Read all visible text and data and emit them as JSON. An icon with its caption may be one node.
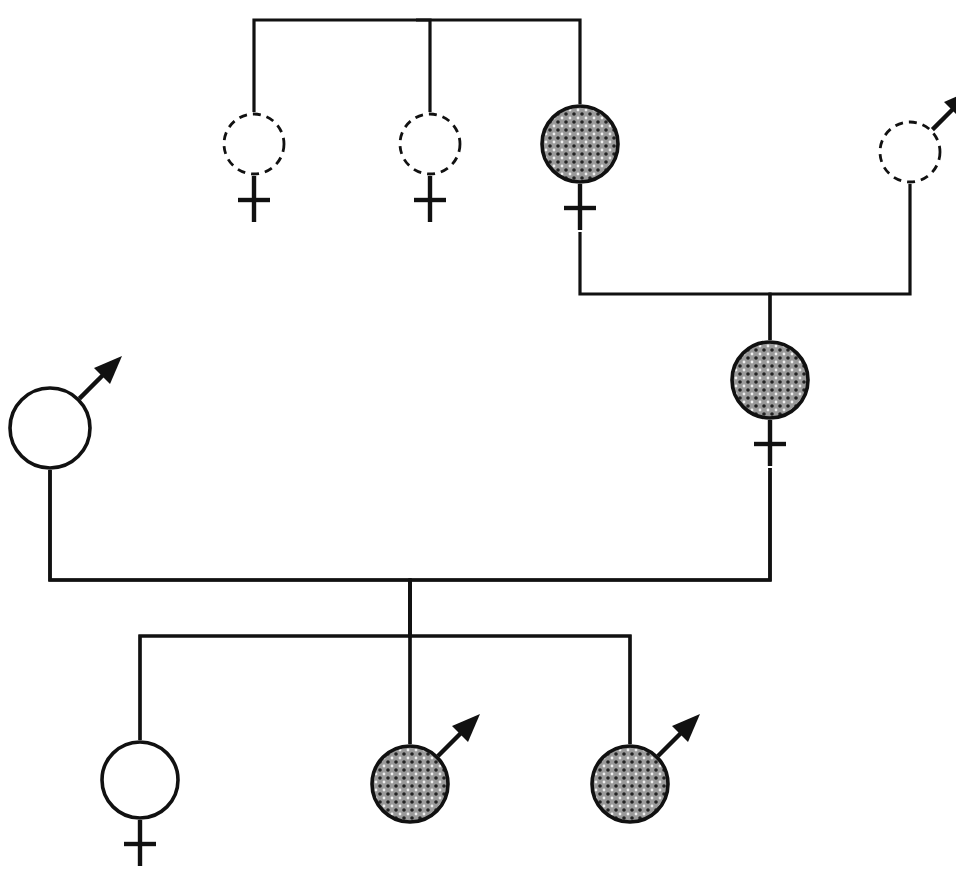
{
  "diagram": {
    "nodes": [
      {
        "text": [],
        "shape": "female"
      },
      {
        "text": [],
        "shape": "female"
      },
      {
        "text": [],
        "shape": "female"
      },
      {
        "text": [],
        "shape": "male"
      },
      {
        "text": [],
        "shape": "female"
      },
      {
        "text": [],
        "shape": "male"
      },
      {
        "text": [],
        "shape": "female"
      },
      {
        "text": [],
        "shape": "male"
      },
      {
        "text": [],
        "shape": "male"
      }
    ],
    "edges": [
      {
        "from": null,
        "to": 0,
        "arrow": "none"
      },
      {
        "from": null,
        "to": 1,
        "arrow": "none"
      },
      {
        "from": null,
        "to": 2,
        "arrow": "none"
      },
      {
        "from": 2,
        "to": 4,
        "arrow": "none"
      },
      {
        "from": 3,
        "to": 4,
        "arrow": "none"
      },
      {
        "from": 4,
        "to": 6,
        "arrow": "none"
      },
      {
        "from": 4,
        "to": 7,
        "arrow": "none"
      },
      {
        "from": 4,
        "to": 8,
        "arrow": "none"
      },
      {
        "from": 5,
        "to": 6,
        "arrow": "none"
      },
      {
        "from": 5,
        "to": 7,
        "arrow": "none"
      },
      {
        "from": 5,
        "to": 8,
        "arrow": "none"
      }
    ]
  }
}
